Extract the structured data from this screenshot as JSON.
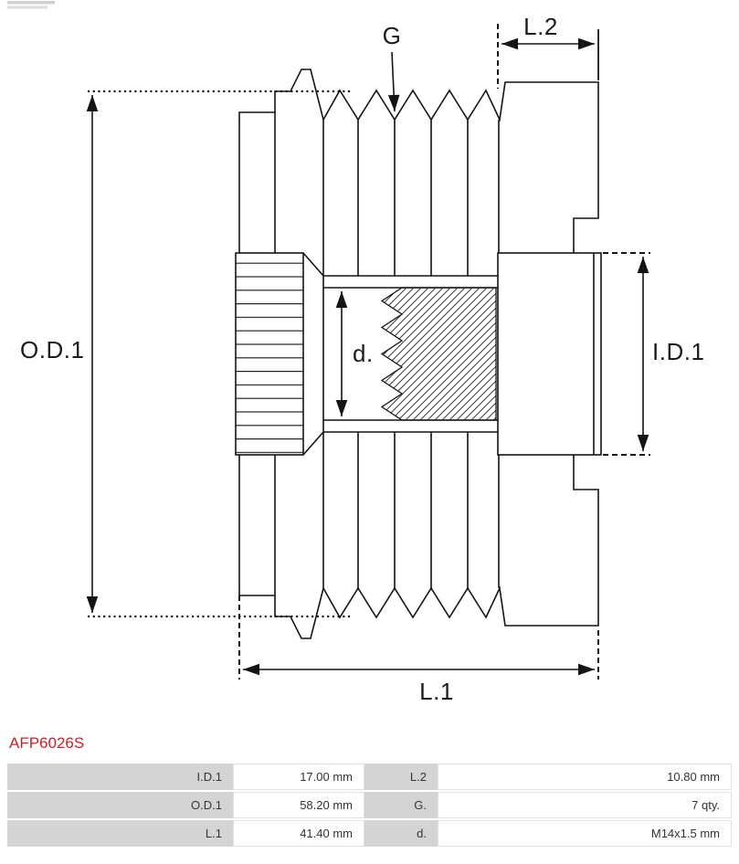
{
  "product": {
    "code": "AFP6026S"
  },
  "diagram": {
    "labels": {
      "g": "G",
      "l2": "L.2",
      "od1": "O.D.1",
      "id1": "I.D.1",
      "d": "d.",
      "l1": "L.1"
    }
  },
  "spec_table": {
    "rows": [
      {
        "label1": "I.D.1",
        "value1": "17.00 mm",
        "label2": "L.2",
        "value2": "10.80 mm"
      },
      {
        "label1": "O.D.1",
        "value1": "58.20 mm",
        "label2": "G.",
        "value2": "7 qty."
      },
      {
        "label1": "L.1",
        "value1": "41.40 mm",
        "label2": "d.",
        "value2": "M14x1.5 mm"
      }
    ]
  },
  "colors": {
    "accent_red": "#cb2127",
    "line": "#1a1a1a",
    "table_label_bg": "#d4d4d4"
  }
}
